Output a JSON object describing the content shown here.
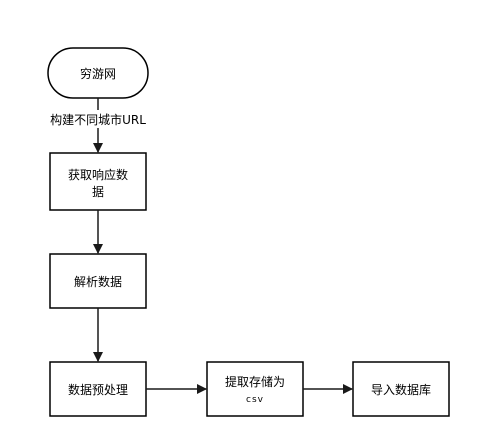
{
  "diagram": {
    "nodes": {
      "start": "穷游网",
      "fetch_line1": "获取响应数",
      "fetch_line2": "据",
      "parse": "解析数据",
      "preprocess": "数据预处理",
      "store_line1": "提取存储为",
      "store_line2": "csv",
      "import": "导入数据库"
    },
    "edges": {
      "build_urls": "构建不同城市URL"
    }
  }
}
